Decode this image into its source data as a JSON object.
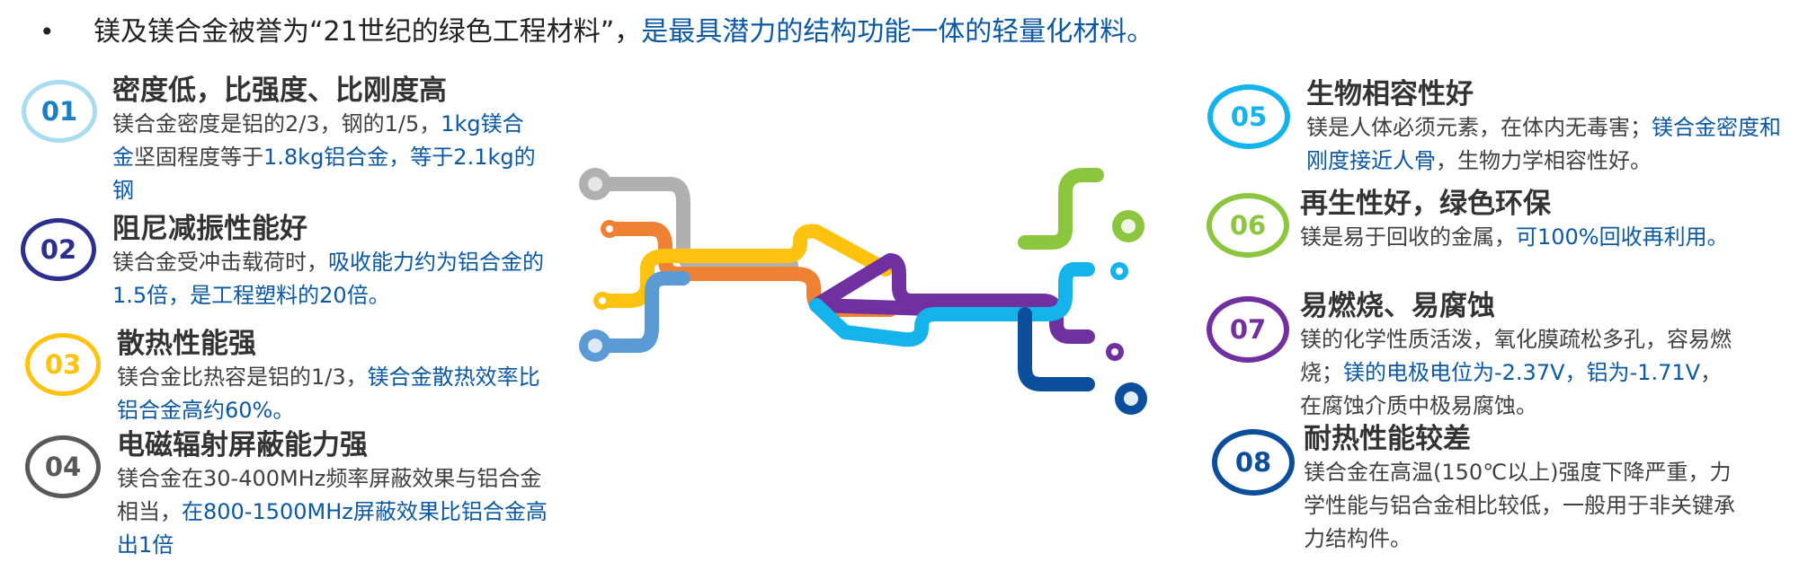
{
  "headline": {
    "bullet": "•",
    "part1": "镁及镁合金被誉为“21世纪的绿色工程材料”，",
    "part2": "是最具潜力的结构功能一体的轻量化材料。"
  },
  "colors": {
    "blue_text": "#0b58a3",
    "light_blue": "#a9dcef",
    "navy": "#2b2f8e",
    "yellow": "#ffc20e",
    "dark_gray": "#595959",
    "cyan": "#15b3ec",
    "green": "#8cc63f",
    "purple": "#7030a0",
    "dark_blue": "#0b4f9c",
    "gray": "#b0b0b0",
    "orange": "#ef8134",
    "steel_blue": "#5b9bd5"
  },
  "items": [
    {
      "number": "01",
      "title": "密度低，比强度、比刚度高",
      "segments": [
        {
          "t": "镁合金密度是铝的2/3，钢的1/5，",
          "blue": false
        },
        {
          "t": "1kg镁合金",
          "blue": true
        },
        {
          "t": "坚固程度等于",
          "blue": false
        },
        {
          "t": "1.8kg铝合金，等于2.1kg的钢",
          "blue": true
        }
      ]
    },
    {
      "number": "02",
      "title": "阻尼减振性能好",
      "segments": [
        {
          "t": "镁合金受冲击载荷时，",
          "blue": false
        },
        {
          "t": "吸收能力约为铝合金的1.5倍，是工程塑料的20倍。",
          "blue": true
        }
      ]
    },
    {
      "number": "03",
      "title": "散热性能强",
      "segments": [
        {
          "t": "镁合金比热容是铝的1/3，",
          "blue": false
        },
        {
          "t": "镁合金散热效率比铝合金高约60%。",
          "blue": true
        }
      ]
    },
    {
      "number": "04",
      "title": "电磁辐射屏蔽能力强",
      "segments": [
        {
          "t": "镁合金在30-400MHz频率屏蔽效果与铝合金相当，",
          "blue": false
        },
        {
          "t": "在800-1500MHz屏蔽效果比铝合金高出1倍",
          "blue": true
        }
      ]
    },
    {
      "number": "05",
      "title": "生物相容性好",
      "segments": [
        {
          "t": "镁是人体必须元素，在体内无毒害；",
          "blue": false
        },
        {
          "t": "镁合金密度和刚度接近人骨",
          "blue": true
        },
        {
          "t": "，生物力学相容性好。",
          "blue": false
        }
      ]
    },
    {
      "number": "06",
      "title": "再生性好，绿色环保",
      "segments": [
        {
          "t": "镁是易于回收的金属，",
          "blue": false
        },
        {
          "t": "可100%回收再利用。",
          "blue": true
        }
      ]
    },
    {
      "number": "07",
      "title": "易燃烧、易腐蚀",
      "segments": [
        {
          "t": "镁的化学性质活泼，氧化膜疏松多孔，容易燃烧；",
          "blue": false
        },
        {
          "t": "镁的电极电位为-2.37V，铝为-1.71V",
          "blue": true
        },
        {
          "t": "，在腐蚀介质中极易腐蚀。",
          "blue": false
        }
      ]
    },
    {
      "number": "08",
      "title": "耐热性能较差",
      "segments": [
        {
          "t": "镁合金在高温(150℃以上)强度下降严重，力学性能与铝合金相比较低，一般用于非关键承力结构件。",
          "blue": false
        }
      ]
    }
  ]
}
